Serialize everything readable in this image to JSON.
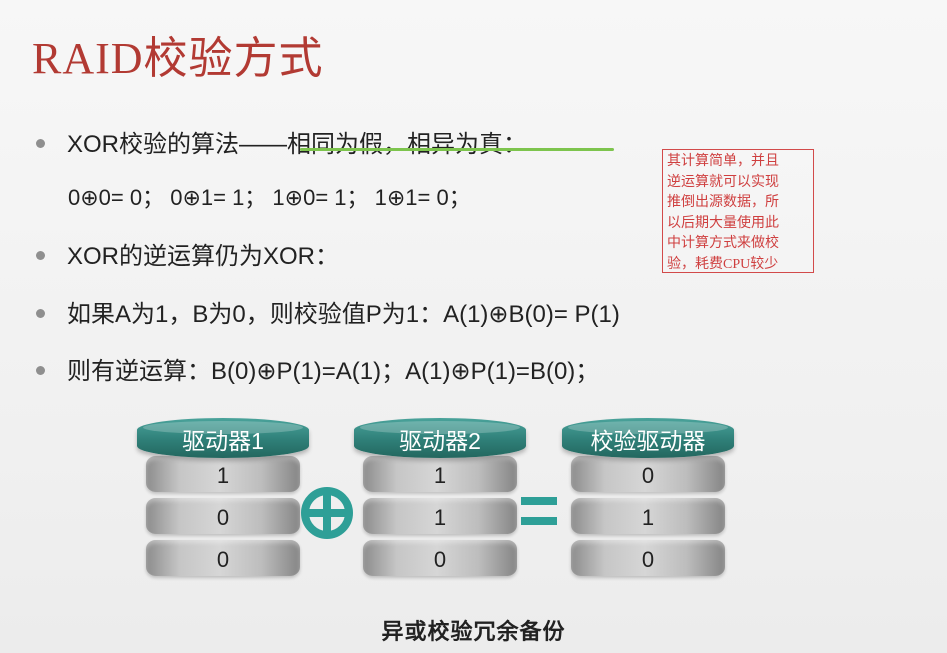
{
  "title": "RAID校验方式",
  "bullets": [
    "XOR校验的算法——相同为假，相异为真：",
    "XOR的逆运算仍为XOR：",
    "如果A为1，B为0，则校验值P为1：A(1)⊕B(0)= P(1)",
    "则有逆运算：B(0)⊕P(1)=A(1)；A(1)⊕P(1)=B(0)；"
  ],
  "xor_rules": "0⊕0= 0；  0⊕1= 1；  1⊕0= 1；  1⊕1= 0；",
  "note": {
    "lines": [
      "其计算简单，并且",
      "逆运算就可以实现",
      "推倒出源数据，所",
      "以后期大量使用此",
      "中计算方式来做校",
      "验，耗费CPU较少"
    ]
  },
  "drives": [
    {
      "label": "驱动器1",
      "values": [
        "1",
        "0",
        "0"
      ]
    },
    {
      "label": "驱动器2",
      "values": [
        "1",
        "1",
        "0"
      ]
    },
    {
      "label": "校验驱动器",
      "values": [
        "0",
        "1",
        "0"
      ]
    }
  ],
  "caption": "异或校验冗余备份",
  "colors": {
    "title": "#b23a33",
    "teal": "#2e9f97",
    "note": "#cf3f3f",
    "underline": "#7dc44d"
  }
}
